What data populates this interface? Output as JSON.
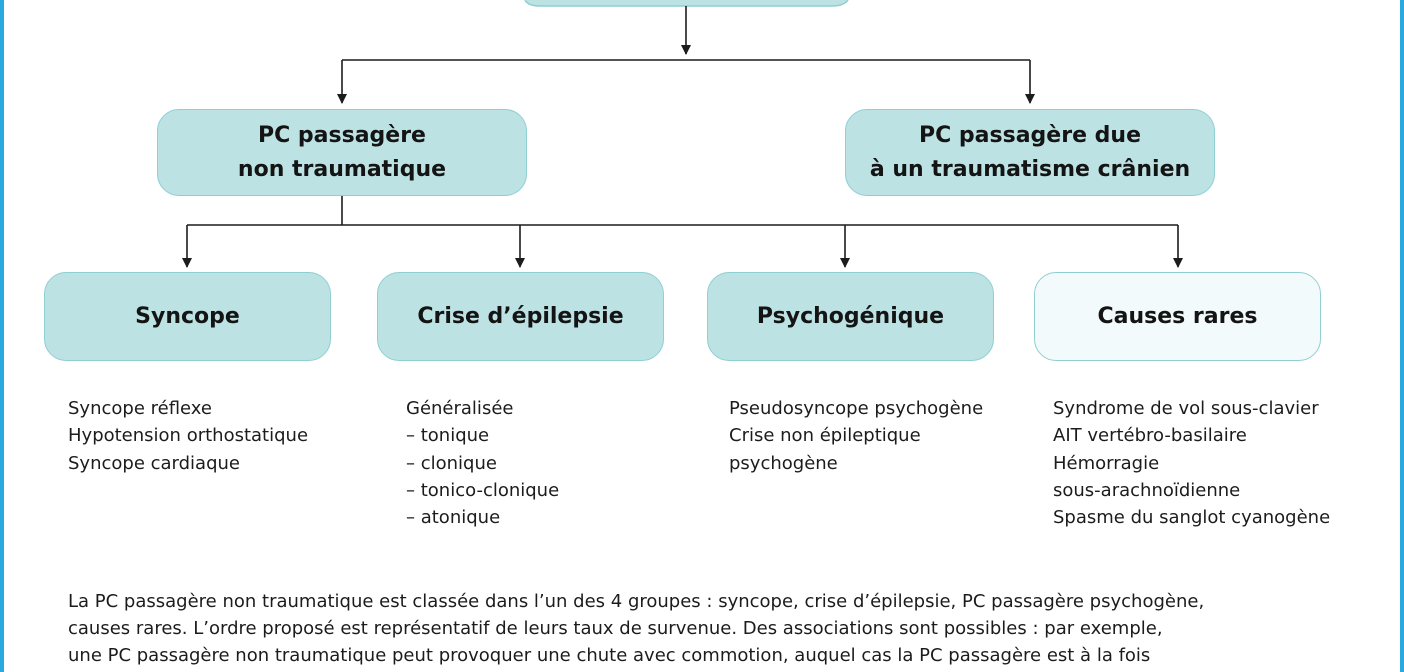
{
  "accent_color": "#29a9df",
  "box_fill": "#bde2e4",
  "box_fill_light": "#f3fafb",
  "level1": {
    "left": [
      "PC passagère",
      "non traumatique"
    ],
    "right": [
      "PC passagère due",
      "à un traumatisme crânien"
    ]
  },
  "groups": [
    {
      "title": "Syncope",
      "items": [
        "Syncope réflexe",
        "Hypotension orthostatique",
        "Syncope cardiaque"
      ]
    },
    {
      "title": "Crise d’épilepsie",
      "items": [
        "Généralisée",
        "– tonique",
        "– clonique",
        "– tonico-clonique",
        "– atonique"
      ]
    },
    {
      "title": "Psychogénique",
      "items": [
        "Pseudosyncope psychogène",
        "Crise non épileptique",
        "psychogène"
      ]
    },
    {
      "title": "Causes rares",
      "items": [
        "Syndrome de vol sous-clavier",
        "AIT vertébro-basilaire",
        "Hémorragie",
        "sous-arachnoïdienne",
        "Spasme du sanglot cyanogène"
      ]
    }
  ],
  "caption": [
    "La PC passagère non traumatique est classée dans l’un des 4 groupes : syncope, crise d’épilepsie, PC passagère psychogène,",
    "causes rares. L’ordre proposé est représentatif de leurs taux de survenue. Des associations sont possibles : par exemple,",
    "une PC passagère non traumatique peut provoquer une chute avec commotion, auquel cas la PC passagère est à la fois"
  ]
}
